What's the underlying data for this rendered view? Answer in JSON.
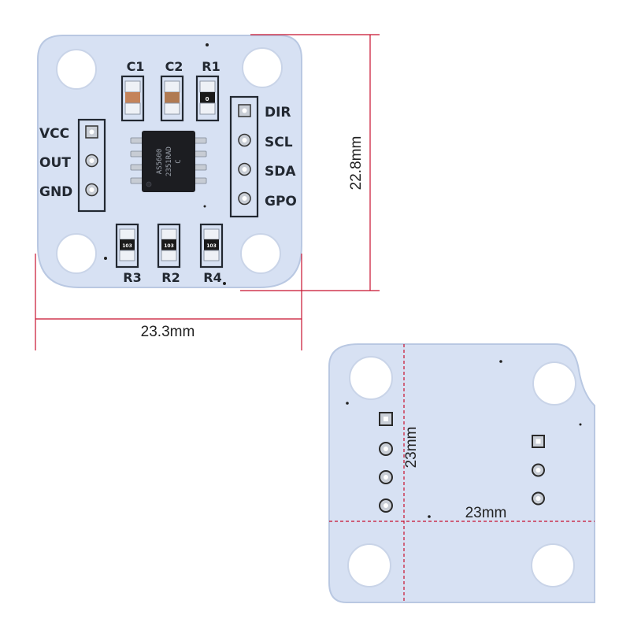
{
  "front_board": {
    "left_pins": [
      "VCC",
      "OUT",
      "GND"
    ],
    "right_pins": [
      "DIR",
      "SCL",
      "SDA",
      "GPO"
    ],
    "top_components": [
      "C1",
      "C2",
      "R1"
    ],
    "bottom_components": [
      "R3",
      "R2",
      "R4"
    ],
    "chip_marking": [
      "AS5600",
      "2351RAD",
      "C"
    ],
    "resistor_code": "103",
    "r1_code": "0"
  },
  "dimensions": {
    "width": "23.3mm",
    "height": "22.8mm",
    "back_vertical": "23mm",
    "back_horizontal": "23mm"
  },
  "colors": {
    "board": "#d7e1f3",
    "board_edge": "#b9c8e2",
    "dimension_line": "#c8102e",
    "silkscreen": "#222831"
  }
}
